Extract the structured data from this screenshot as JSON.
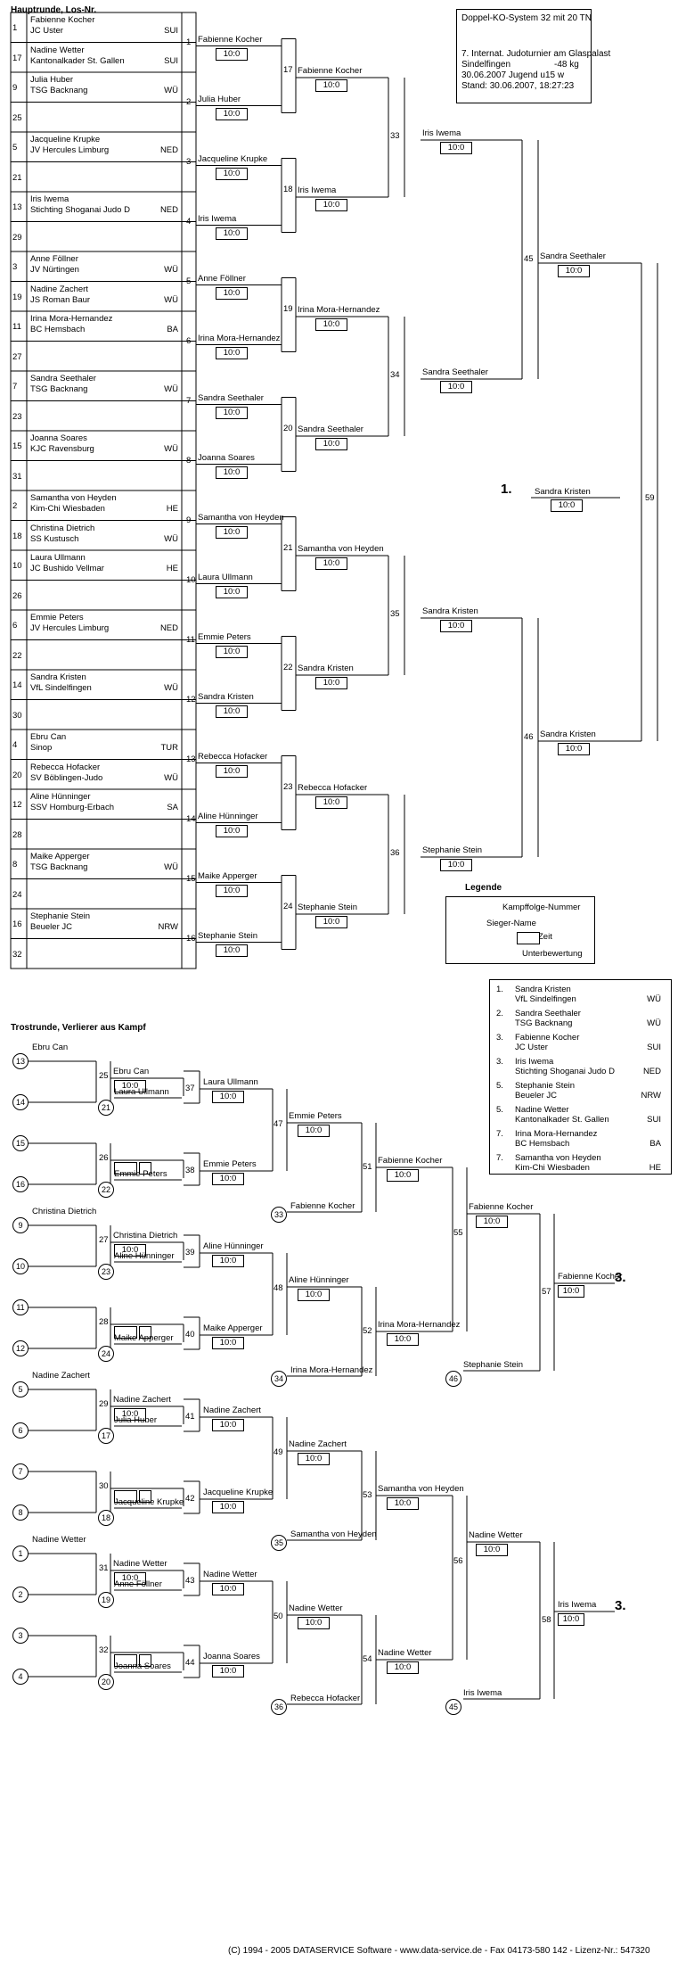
{
  "header": {
    "section_main": "Hauptrunde, Los-Nr.",
    "section_repechage": "Trostrunde, Verlierer aus Kampf",
    "info_title": "Doppel-KO-System 32 mit 20 TN",
    "info_lines": [
      "7. Internat. Judoturnier am Glaspalast",
      "Sindelfingen",
      "-48 kg",
      "30.06.2007   Jugend u15 w",
      "Stand: 30.06.2007, 18:27:23"
    ]
  },
  "draw": [
    {
      "no": "1",
      "name": "Fabienne Kocher",
      "club": "JC Uster",
      "nat": "SUI"
    },
    {
      "no": "17",
      "name": "Nadine Wetter",
      "club": "Kantonalkader St. Gallen",
      "nat": "SUI"
    },
    {
      "no": "9",
      "name": "Julia Huber",
      "club": "TSG Backnang",
      "nat": "WÜ"
    },
    {
      "no": "25",
      "name": "",
      "club": "",
      "nat": ""
    },
    {
      "no": "5",
      "name": "Jacqueline Krupke",
      "club": "JV Hercules Limburg",
      "nat": "NED"
    },
    {
      "no": "21",
      "name": "",
      "club": "",
      "nat": ""
    },
    {
      "no": "13",
      "name": "Iris Iwema",
      "club": "Stichting Shoganai Judo D",
      "nat": "NED"
    },
    {
      "no": "29",
      "name": "",
      "club": "",
      "nat": ""
    },
    {
      "no": "3",
      "name": "Anne Föllner",
      "club": "JV Nürtingen",
      "nat": "WÜ"
    },
    {
      "no": "19",
      "name": "Nadine Zachert",
      "club": "JS Roman Baur",
      "nat": "WÜ"
    },
    {
      "no": "11",
      "name": "Irina Mora-Hernandez",
      "club": "BC Hemsbach",
      "nat": "BA"
    },
    {
      "no": "27",
      "name": "",
      "club": "",
      "nat": ""
    },
    {
      "no": "7",
      "name": "Sandra Seethaler",
      "club": "TSG Backnang",
      "nat": "WÜ"
    },
    {
      "no": "23",
      "name": "",
      "club": "",
      "nat": ""
    },
    {
      "no": "15",
      "name": "Joanna Soares",
      "club": "KJC Ravensburg",
      "nat": "WÜ"
    },
    {
      "no": "31",
      "name": "",
      "club": "",
      "nat": ""
    },
    {
      "no": "2",
      "name": "Samantha von Heyden",
      "club": "Kim-Chi Wiesbaden",
      "nat": "HE"
    },
    {
      "no": "18",
      "name": "Christina Dietrich",
      "club": "SS Kustusch",
      "nat": "WÜ"
    },
    {
      "no": "10",
      "name": "Laura Ullmann",
      "club": "JC Bushido Vellmar",
      "nat": "HE"
    },
    {
      "no": "26",
      "name": "",
      "club": "",
      "nat": ""
    },
    {
      "no": "6",
      "name": "Emmie Peters",
      "club": "JV Hercules Limburg",
      "nat": "NED"
    },
    {
      "no": "22",
      "name": "",
      "club": "",
      "nat": ""
    },
    {
      "no": "14",
      "name": "Sandra Kristen",
      "club": "VfL Sindelfingen",
      "nat": "WÜ"
    },
    {
      "no": "30",
      "name": "",
      "club": "",
      "nat": ""
    },
    {
      "no": "4",
      "name": "Ebru Can",
      "club": "Sinop",
      "nat": "TUR"
    },
    {
      "no": "20",
      "name": "Rebecca Hofacker",
      "club": "SV Böblingen-Judo",
      "nat": "WÜ"
    },
    {
      "no": "12",
      "name": "Aline Hünninger",
      "club": "SSV Homburg-Erbach",
      "nat": "SA"
    },
    {
      "no": "28",
      "name": "",
      "club": "",
      "nat": ""
    },
    {
      "no": "8",
      "name": "Maike Apperger",
      "club": "TSG Backnang",
      "nat": "WÜ"
    },
    {
      "no": "24",
      "name": "",
      "club": "",
      "nat": ""
    },
    {
      "no": "16",
      "name": "Stephanie Stein",
      "club": "Beueler JC",
      "nat": "NRW"
    },
    {
      "no": "32",
      "name": "",
      "club": "",
      "nat": ""
    }
  ],
  "main_r1": [
    {
      "no": "1",
      "name": "Fabienne Kocher",
      "score": "10:0"
    },
    {
      "no": "2",
      "name": "Julia Huber",
      "score": "10:0"
    },
    {
      "no": "3",
      "name": "Jacqueline Krupke",
      "score": "10:0"
    },
    {
      "no": "4",
      "name": "Iris Iwema",
      "score": "10:0"
    },
    {
      "no": "5",
      "name": "Anne Föllner",
      "score": "10:0"
    },
    {
      "no": "6",
      "name": "Irina Mora-Hernandez",
      "score": "10:0"
    },
    {
      "no": "7",
      "name": "Sandra Seethaler",
      "score": "10:0"
    },
    {
      "no": "8",
      "name": "Joanna Soares",
      "score": "10:0"
    },
    {
      "no": "9",
      "name": "Samantha von Heyden",
      "score": "10:0"
    },
    {
      "no": "10",
      "name": "Laura Ullmann",
      "score": "10:0"
    },
    {
      "no": "11",
      "name": "Emmie Peters",
      "score": "10:0"
    },
    {
      "no": "12",
      "name": "Sandra Kristen",
      "score": "10:0"
    },
    {
      "no": "13",
      "name": "Rebecca Hofacker",
      "score": "10:0"
    },
    {
      "no": "14",
      "name": "Aline Hünninger",
      "score": "10:0"
    },
    {
      "no": "15",
      "name": "Maike Apperger",
      "score": "10:0"
    },
    {
      "no": "16",
      "name": "Stephanie Stein",
      "score": "10:0"
    }
  ],
  "main_r2": [
    {
      "no": "17",
      "name": "Fabienne Kocher",
      "score": "10:0"
    },
    {
      "no": "18",
      "name": "Iris Iwema",
      "score": "10:0"
    },
    {
      "no": "19",
      "name": "Irina Mora-Hernandez",
      "score": "10:0"
    },
    {
      "no": "20",
      "name": "Sandra Seethaler",
      "score": "10:0"
    },
    {
      "no": "21",
      "name": "Samantha von Heyden",
      "score": "10:0"
    },
    {
      "no": "22",
      "name": "Sandra Kristen",
      "score": "10:0"
    },
    {
      "no": "23",
      "name": "Rebecca Hofacker",
      "score": "10:0"
    },
    {
      "no": "24",
      "name": "Stephanie Stein",
      "score": "10:0"
    }
  ],
  "main_r3": [
    {
      "no": "33",
      "name": "Iris Iwema",
      "score": "10:0"
    },
    {
      "no": "34",
      "name": "Sandra Seethaler",
      "score": "10:0"
    },
    {
      "no": "35",
      "name": "Sandra Kristen",
      "score": "10:0"
    },
    {
      "no": "36",
      "name": "Stephanie Stein",
      "score": "10:0"
    }
  ],
  "main_r4": [
    {
      "no": "45",
      "name": "Sandra Seethaler",
      "score": "10:0"
    },
    {
      "no": "46",
      "name": "Sandra Kristen",
      "score": "10:0"
    }
  ],
  "final": {
    "no": "59",
    "place": "1.",
    "name": "Sandra Kristen",
    "score": "10:0"
  },
  "legend": {
    "title": "Legende",
    "fight_no": "Kampffolge-Nummer",
    "winner": "Sieger-Name",
    "time": "Zeit",
    "sub": "Unterbewertung"
  },
  "results": [
    {
      "place": "1.",
      "name": "Sandra Kristen",
      "club": "VfL Sindelfingen",
      "nat": "WÜ"
    },
    {
      "place": "2.",
      "name": "Sandra Seethaler",
      "club": "TSG Backnang",
      "nat": "WÜ"
    },
    {
      "place": "3.",
      "name": "Fabienne Kocher",
      "club": "JC Uster",
      "nat": "SUI"
    },
    {
      "place": "3.",
      "name": "Iris Iwema",
      "club": "Stichting Shoganai Judo D",
      "nat": "NED"
    },
    {
      "place": "5.",
      "name": "Stephanie Stein",
      "club": "Beueler JC",
      "nat": "NRW"
    },
    {
      "place": "5.",
      "name": "Nadine Wetter",
      "club": "Kantonalkader St. Gallen",
      "nat": "SUI"
    },
    {
      "place": "7.",
      "name": "Irina Mora-Hernandez",
      "club": "BC Hemsbach",
      "nat": "BA"
    },
    {
      "place": "7.",
      "name": "Samantha von Heyden",
      "club": "Kim-Chi Wiesbaden",
      "nat": "HE"
    }
  ],
  "rep_r1": [
    {
      "no": "25",
      "c1": "13",
      "c1name": "Ebru Can",
      "c2": "14",
      "winner": "Ebru Can",
      "score": "10:0",
      "loser_no": "21",
      "loser": "Laura Ullmann"
    },
    {
      "no": "26",
      "c1": "15",
      "c1name": "",
      "c2": "16",
      "winner": "",
      "score": "",
      "loser_no": "22",
      "loser": "Emmie Peters"
    },
    {
      "no": "27",
      "c1": "9",
      "c1name": "Christina Dietrich",
      "c2": "10",
      "winner": "Christina Dietrich",
      "score": "10:0",
      "loser_no": "23",
      "loser": "Aline Hünninger"
    },
    {
      "no": "28",
      "c1": "11",
      "c1name": "",
      "c2": "12",
      "winner": "",
      "score": "",
      "loser_no": "24",
      "loser": "Maike Apperger"
    },
    {
      "no": "29",
      "c1": "5",
      "c1name": "Nadine Zachert",
      "c2": "6",
      "winner": "Nadine Zachert",
      "score": "10:0",
      "loser_no": "17",
      "loser": "Julia Huber"
    },
    {
      "no": "30",
      "c1": "7",
      "c1name": "",
      "c2": "8",
      "winner": "",
      "score": "",
      "loser_no": "18",
      "loser": "Jacqueline Krupke"
    },
    {
      "no": "31",
      "c1": "1",
      "c1name": "Nadine Wetter",
      "c2": "2",
      "winner": "Nadine Wetter",
      "score": "10:0",
      "loser_no": "19",
      "loser": "Anne Föllner"
    },
    {
      "no": "32",
      "c1": "3",
      "c1name": "",
      "c2": "4",
      "winner": "",
      "score": "",
      "loser_no": "20",
      "loser": "Joanna Soares"
    }
  ],
  "rep_r2": [
    {
      "no": "37",
      "name": "Laura Ullmann",
      "score": "10:0"
    },
    {
      "no": "38",
      "name": "Emmie Peters",
      "score": "10:0"
    },
    {
      "no": "39",
      "name": "Aline Hünninger",
      "score": "10:0"
    },
    {
      "no": "40",
      "name": "Maike Apperger",
      "score": "10:0"
    },
    {
      "no": "41",
      "name": "Nadine Zachert",
      "score": "10:0"
    },
    {
      "no": "42",
      "name": "Jacqueline Krupke",
      "score": "10:0"
    },
    {
      "no": "43",
      "name": "Nadine Wetter",
      "score": "10:0"
    },
    {
      "no": "44",
      "name": "Joanna Soares",
      "score": "10:0"
    }
  ],
  "rep_r3": [
    {
      "no": "47",
      "name": "Emmie Peters",
      "score": "10:0",
      "loser_no": "33",
      "loser": "Fabienne Kocher"
    },
    {
      "no": "48",
      "name": "Aline Hünninger",
      "score": "10:0",
      "loser_no": "34",
      "loser": "Irina Mora-Hernandez"
    },
    {
      "no": "49",
      "name": "Nadine Zachert",
      "score": "10:0",
      "loser_no": "35",
      "loser": "Samantha von Heyden"
    },
    {
      "no": "50",
      "name": "Nadine Wetter",
      "score": "10:0",
      "loser_no": "36",
      "loser": "Rebecca Hofacker"
    }
  ],
  "rep_r4": [
    {
      "no": "51",
      "name": "Fabienne Kocher",
      "score": "10:0"
    },
    {
      "no": "52",
      "name": "Irina Mora-Hernandez",
      "score": "10:0"
    },
    {
      "no": "53",
      "name": "Samantha von Heyden",
      "score": "10:0"
    },
    {
      "no": "54",
      "name": "Nadine Wetter",
      "score": "10:0"
    }
  ],
  "rep_r5": [
    {
      "no": "55",
      "name": "Fabienne Kocher",
      "score": "10:0",
      "loser_no": "46",
      "loser": "Stephanie Stein"
    },
    {
      "no": "56",
      "name": "Nadine Wetter",
      "score": "10:0",
      "loser_no": "45",
      "loser": "Iris Iwema"
    }
  ],
  "rep_final": [
    {
      "no": "57",
      "name": "Fabienne Kocher",
      "score": "10:0",
      "place": "3."
    },
    {
      "no": "58",
      "name": "Iris Iwema",
      "score": "10:0",
      "place": "3."
    }
  ],
  "footer": "(C) 1994 - 2005 DATASERVICE Software - www.data-service.de - Fax 04173-580 142 - Lizenz-Nr.: 547320"
}
